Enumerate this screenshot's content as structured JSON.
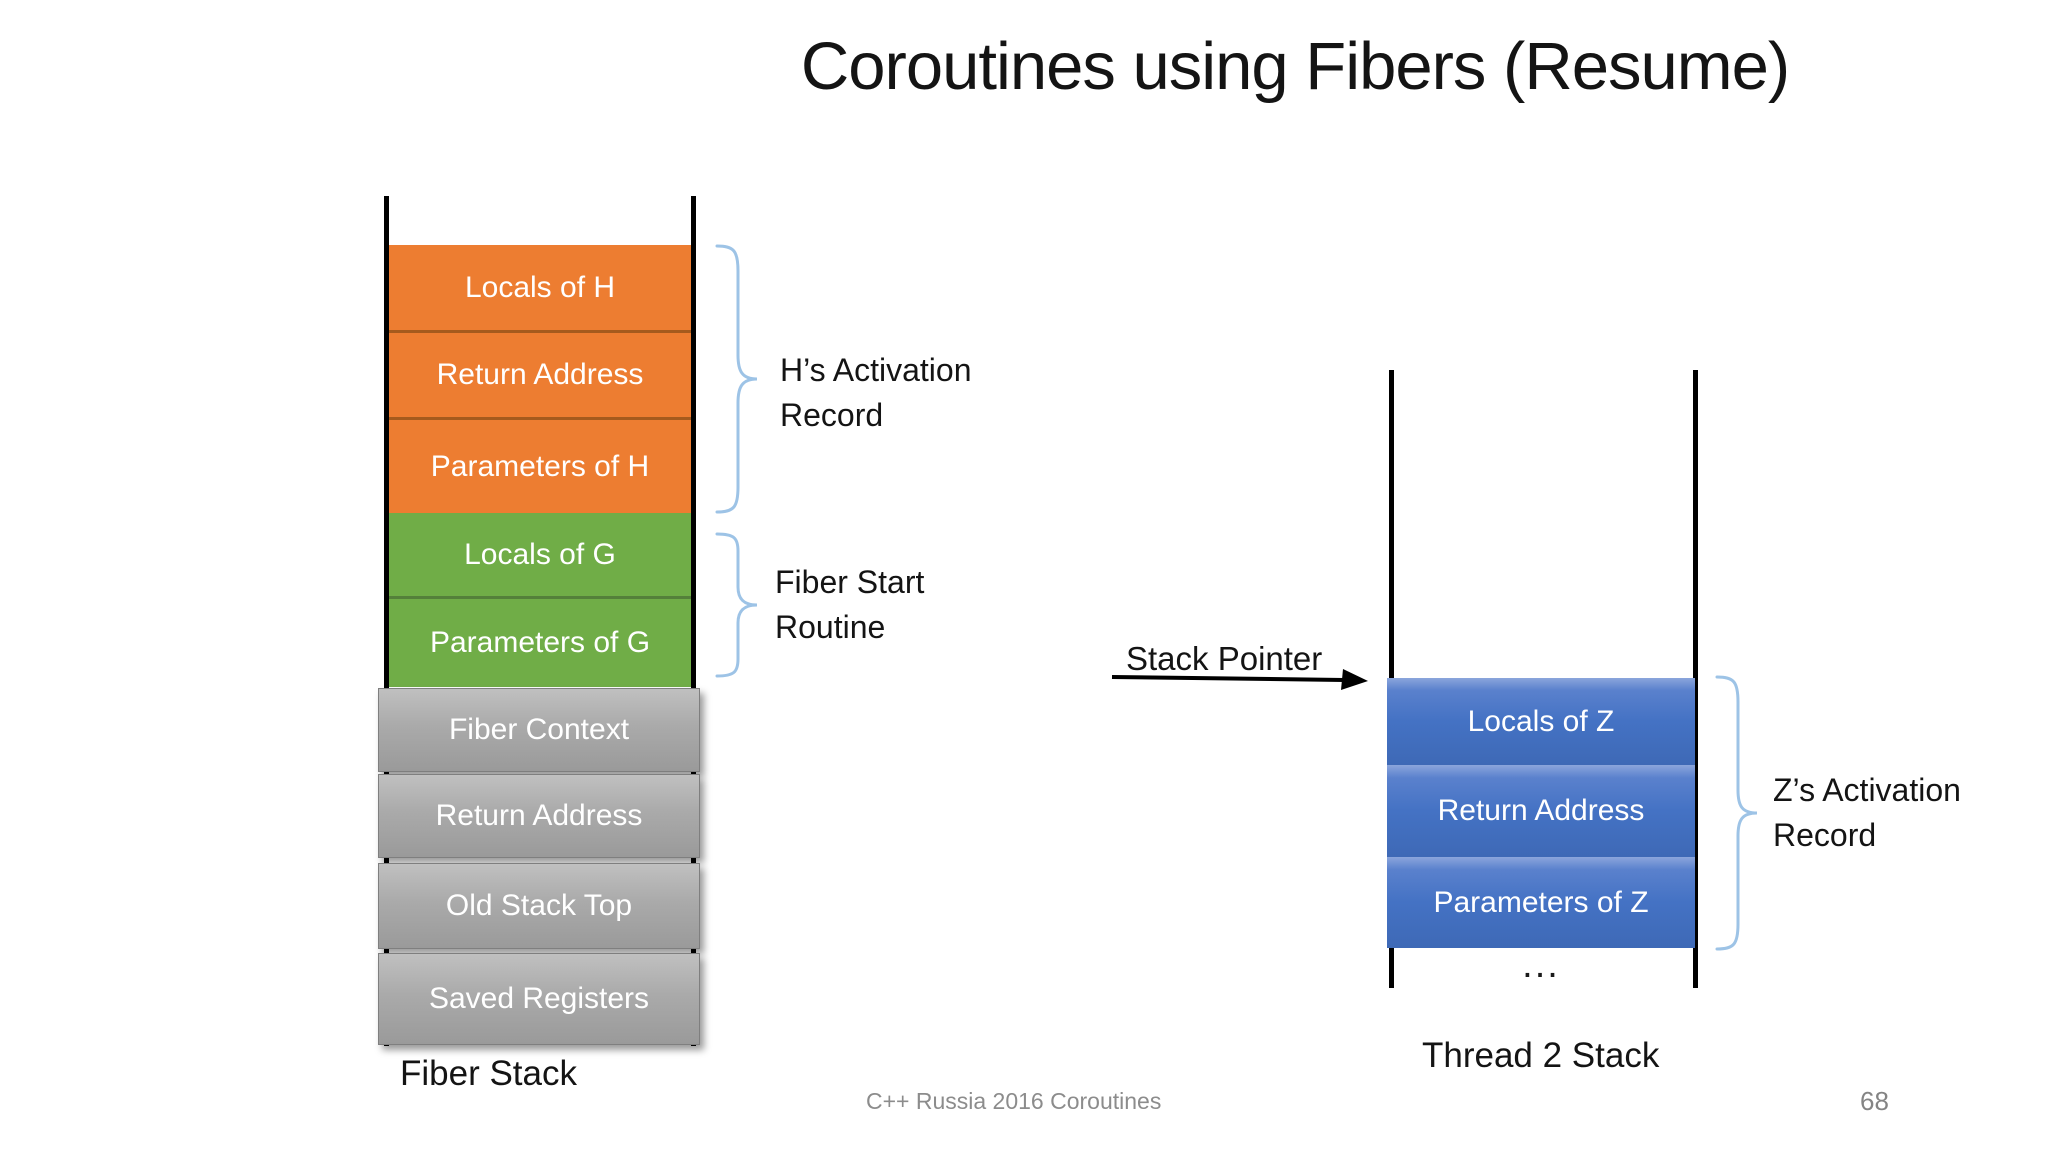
{
  "slide": {
    "title": "Coroutines using Fibers (Resume)",
    "footer": "C++ Russia 2016 Coroutines",
    "page_number": "68"
  },
  "fiber_stack": {
    "caption": "Fiber Stack",
    "h_segments": [
      "Locals of H",
      "Return Address",
      "Parameters of H"
    ],
    "g_segments": [
      "Locals of G",
      "Parameters of G"
    ],
    "runtime_segments": [
      "Fiber Context",
      "Return Address",
      "Old Stack Top",
      "Saved Registers"
    ]
  },
  "thread2_stack": {
    "caption": "Thread 2 Stack",
    "z_segments": [
      "Locals of Z",
      "Return Address",
      "Parameters of Z"
    ],
    "ellipsis": "..."
  },
  "annotations": {
    "h_activation": "H’s Activation\nRecord",
    "fiber_start": "Fiber Start\nRoutine",
    "stack_pointer": "Stack Pointer",
    "z_activation": "Z’s Activation\nRecord"
  },
  "colors": {
    "orange": "#ED7D31",
    "green": "#70AD47",
    "blue": "#4472C4",
    "gray": "#A6A6A6",
    "brace_blue": "#9DC3E6",
    "footer_gray": "#8C8C8C"
  }
}
